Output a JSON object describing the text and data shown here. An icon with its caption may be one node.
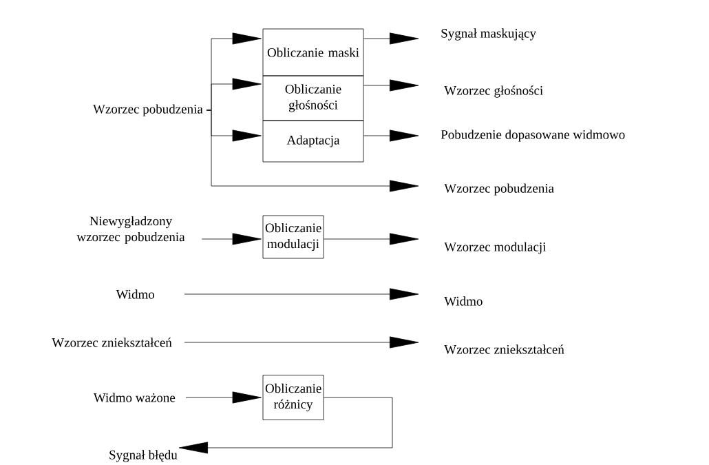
{
  "diagram": {
    "nodes": [
      {
        "text": [
          "Wzorzec pobudzenia"
        ]
      },
      {
        "text": [
          "Obliczanie maski"
        ]
      },
      {
        "text": [
          "Obliczanie głośności"
        ]
      },
      {
        "text": [
          "Adaptacja"
        ]
      },
      {
        "text": [
          "Sygnał maskujący"
        ]
      },
      {
        "text": [
          "Wzorzec głośności"
        ]
      },
      {
        "text": [
          "Pobudzenie dopasowane widmowo"
        ]
      },
      {
        "text": [
          "Wzorzec pobudzenia"
        ]
      },
      {
        "text": [
          "Niewygładzony wzorzec pobudzenia"
        ]
      },
      {
        "text": [
          "Obliczanie modulacji"
        ]
      },
      {
        "text": [
          "Wzorzec modulacji"
        ]
      },
      {
        "text": [
          "Widmo"
        ]
      },
      {
        "text": [
          "Widmo"
        ]
      },
      {
        "text": [
          "Wzorzec zniekształceń"
        ]
      },
      {
        "text": [
          "Wzorzec zniekształceń"
        ]
      },
      {
        "text": [
          "Widmo ważone"
        ]
      },
      {
        "text": [
          "Obliczanie różnicy"
        ]
      },
      {
        "text": [
          "Sygnał błędu"
        ]
      }
    ],
    "edges": [
      {
        "from": 0,
        "to": 1,
        "arrow": "to"
      },
      {
        "from": 0,
        "to": 2,
        "arrow": "to"
      },
      {
        "from": 0,
        "to": 3,
        "arrow": "to"
      },
      {
        "from": 0,
        "to": 7,
        "arrow": "to"
      },
      {
        "from": 1,
        "to": 4,
        "arrow": "to"
      },
      {
        "from": 2,
        "to": 5,
        "arrow": "to"
      },
      {
        "from": 3,
        "to": 6,
        "arrow": "to"
      },
      {
        "from": 8,
        "to": 9,
        "arrow": "to"
      },
      {
        "from": 9,
        "to": 10,
        "arrow": "to"
      },
      {
        "from": 11,
        "to": 12,
        "arrow": "to"
      },
      {
        "from": 13,
        "to": 14,
        "arrow": "to"
      },
      {
        "from": 15,
        "to": 16,
        "arrow": "to"
      },
      {
        "from": 16,
        "to": 17,
        "arrow": "to"
      }
    ]
  }
}
